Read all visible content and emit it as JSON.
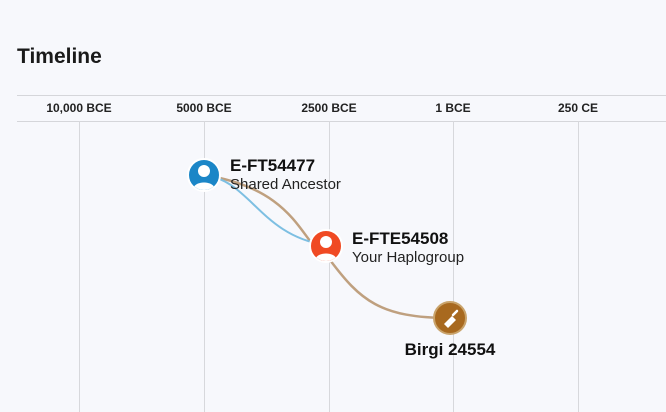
{
  "section": {
    "title": "Timeline"
  },
  "timeline": {
    "ticks": [
      "10,000 BCE",
      "5000 BCE",
      "2500 BCE",
      "1 BCE",
      "250 CE"
    ]
  },
  "nodes": [
    {
      "id": "E-FT54477",
      "label": "Shared Ancestor",
      "color": "#1b86c7",
      "icon": "person-icon"
    },
    {
      "id": "E-FTE54508",
      "label": "Your Haplogroup",
      "color": "#f04a23",
      "icon": "person-icon"
    },
    {
      "id": "Birgi 24554",
      "label": "",
      "color": "#a8691f",
      "icon": "trowel-icon"
    }
  ],
  "colors": {
    "blue_path": "#7dbfe2",
    "tan_path": "#bfa07f"
  }
}
